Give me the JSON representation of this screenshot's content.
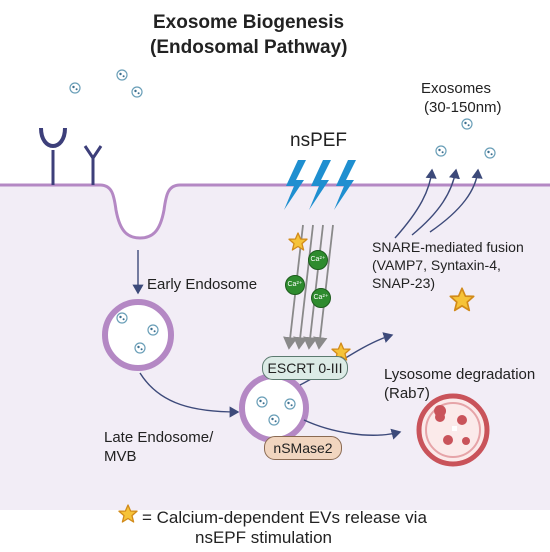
{
  "title": {
    "line1": "Exosome Biogenesis",
    "line2": "(Endosomal Pathway)"
  },
  "labels": {
    "nspef": "nsPEF",
    "exosomes": "Exosomes",
    "exosome_size": "(30-150nm)",
    "early_endosome": "Early Endosome",
    "snare_line1": "SNARE-mediated fusion",
    "snare_line2": "(VAMP7, Syntaxin-4,",
    "snare_line3": "SNAP-23)",
    "escrt": "ESCRT 0-III",
    "lysosome_line1": "Lysosome degradation",
    "lysosome_line2": "(Rab7)",
    "late_endosome_line1": "Late Endosome/",
    "late_endosome_line2": "MVB",
    "nsmase2": "nSMase2",
    "calcium_ion": "Ca²⁺"
  },
  "legend": {
    "line1": "= Calcium-dependent EVs release via",
    "line2": "nsEPF stimulation"
  },
  "icons": {
    "star": "star-icon",
    "lightning": "lightning-bolt-icon",
    "receptor": "receptor-icon",
    "vesicle": "vesicle-icon"
  },
  "colors": {
    "cytoplasm": "#f2edf6",
    "membrane": "#b488c4",
    "lightning": "#1f8fd0",
    "star_fill": "#f6c338",
    "star_stroke": "#d18a1a",
    "calcium": "#2e8b2e",
    "escrt_fill": "#dcebe6",
    "nsmase2_fill": "#f1d5bf",
    "lysosome": "#c9535a",
    "arrow": "#3d4a7a",
    "receptor": "#3d3f7a"
  }
}
